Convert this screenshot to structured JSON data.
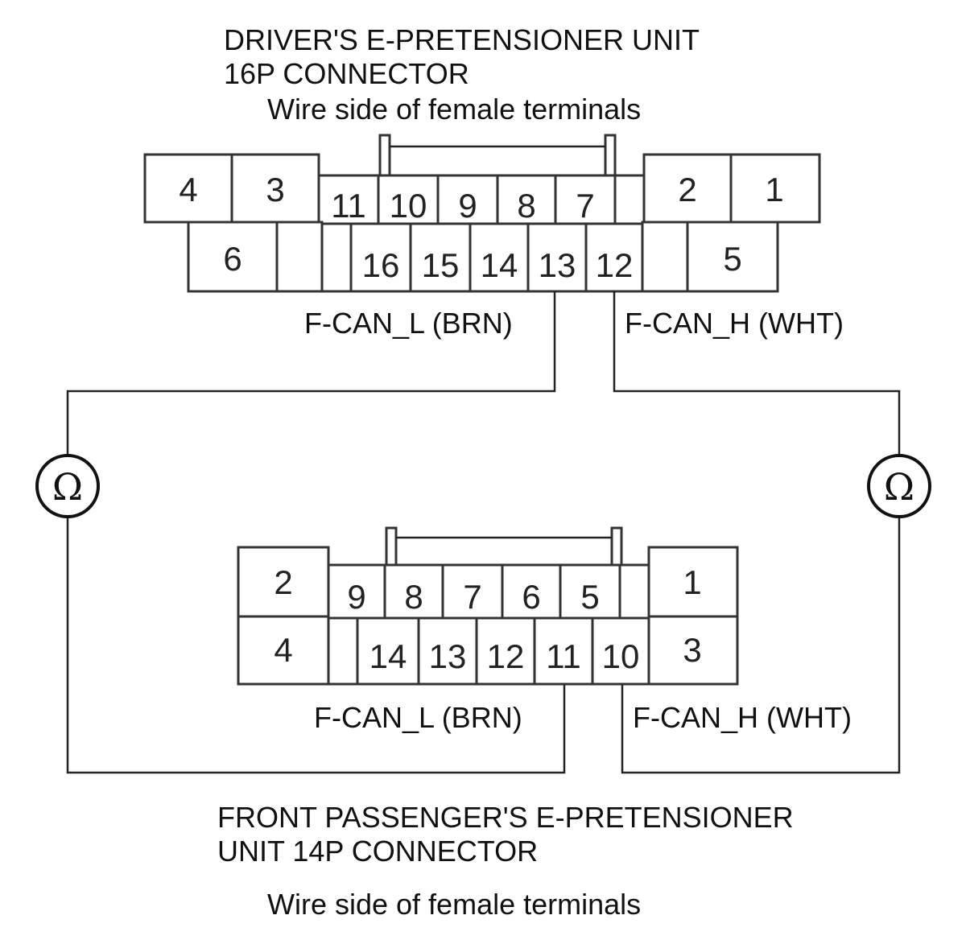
{
  "driver": {
    "title_line1": "DRIVER'S E-PRETENSIONER UNIT",
    "title_line2": "16P CONNECTOR",
    "view": "Wire side of female terminals",
    "pins": [
      "1",
      "2",
      "3",
      "4",
      "5",
      "6",
      "7",
      "8",
      "9",
      "10",
      "11",
      "12",
      "13",
      "14",
      "15",
      "16"
    ],
    "can_l_label": "F-CAN_L (BRN)",
    "can_h_label": "F-CAN_H (WHT)"
  },
  "passenger": {
    "title_line1": "FRONT PASSENGER'S E-PRETENSIONER",
    "title_line2": "UNIT 14P CONNECTOR",
    "view": "Wire side of female terminals",
    "pins": [
      "1",
      "2",
      "3",
      "4",
      "5",
      "6",
      "7",
      "8",
      "9",
      "10",
      "11",
      "12",
      "13",
      "14"
    ],
    "can_l_label": "F-CAN_L (BRN)",
    "can_h_label": "F-CAN_H (WHT)"
  },
  "meters": {
    "left_symbol": "Ω",
    "right_symbol": "Ω"
  }
}
